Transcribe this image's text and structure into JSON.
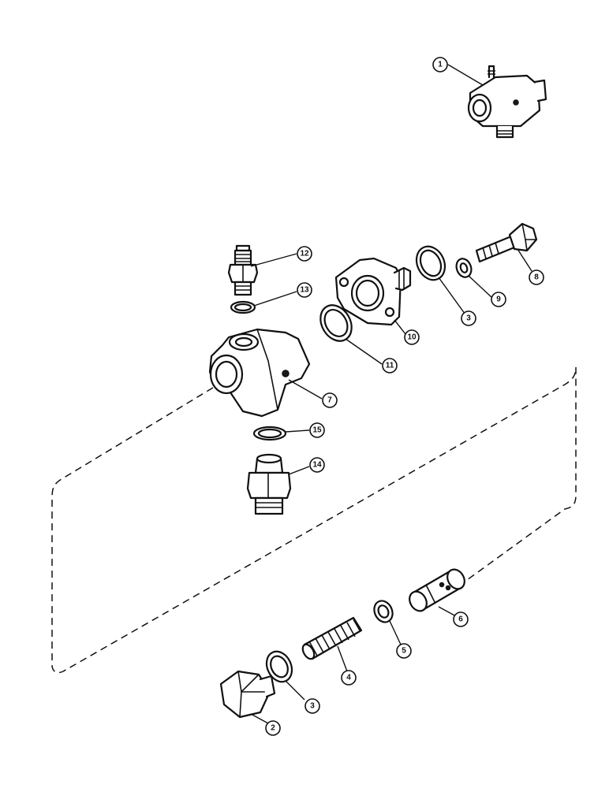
{
  "callouts": {
    "c1": "1",
    "c2": "2",
    "c3a": "3",
    "c3b": "3",
    "c4": "4",
    "c5": "5",
    "c6": "6",
    "c7": "7",
    "c8": "8",
    "c9": "9",
    "c10": "10",
    "c11": "11",
    "c12": "12",
    "c13": "13",
    "c14": "14",
    "c15": "15"
  }
}
